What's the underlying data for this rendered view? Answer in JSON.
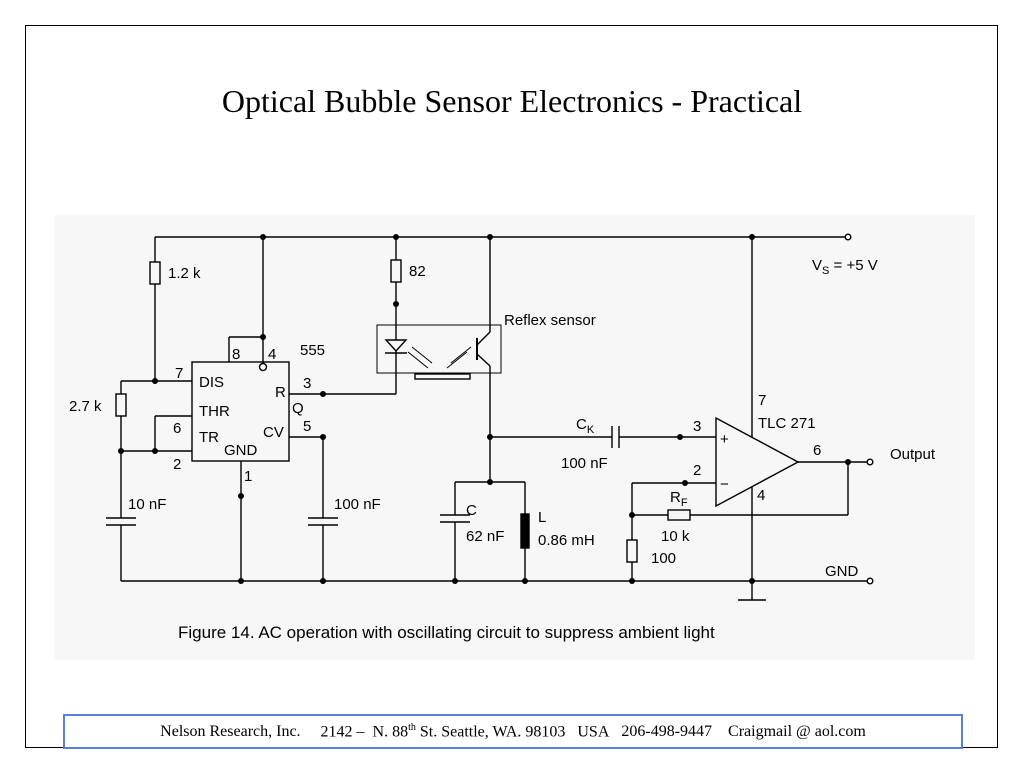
{
  "title": "Optical Bubble Sensor Electronics - Practical",
  "diagram": {
    "caption": "Figure 14.  AC operation with oscillating circuit to suppress ambient light",
    "supply_label": "VS = +5 V",
    "supply_v": "V",
    "supply_sub": "S",
    "supply_rest": " = +5 V",
    "gnd_label": "GND",
    "output_label": "Output",
    "timer": {
      "name": "555",
      "pin_dis": "DIS",
      "pin_thr": "THR",
      "pin_tr": "TR",
      "pin_gnd": "GND",
      "pin_r": "R",
      "pin_q": "Q",
      "pin_cv": "CV",
      "n7": "7",
      "n8": "8",
      "n4": "4",
      "n6": "6",
      "n2": "2",
      "n1": "1",
      "n3": "3",
      "n5": "5"
    },
    "components": {
      "r_1k2": "1.2 k",
      "r_2k7": "2.7 k",
      "c_10n": "10 nF",
      "c_100n_cv": "100 nF",
      "r_82": "82",
      "sensor": "Reflex sensor",
      "ck_name": "C",
      "ck_sub": "K",
      "ck_value": "100 nF",
      "c_name": "C",
      "c_value": "62 nF",
      "l_name": "L",
      "l_value": "0.86 mH",
      "rf_name": "R",
      "rf_sub": "F",
      "rf_value": "10 k",
      "r_100": "100"
    },
    "opamp": {
      "name": "TLC 271",
      "n7": "7",
      "n3": "3",
      "n2": "2",
      "n6": "6",
      "n4": "4",
      "plus": "+",
      "minus": "−"
    }
  },
  "footer": {
    "company": "Nelson Research, Inc.",
    "address_pre": "2142 –  N. 88",
    "address_sup": "th",
    "address_post": " St. Seattle, WA. 98103   USA",
    "phone": "206-498-9447",
    "email": "Craigmail @ aol.com"
  }
}
